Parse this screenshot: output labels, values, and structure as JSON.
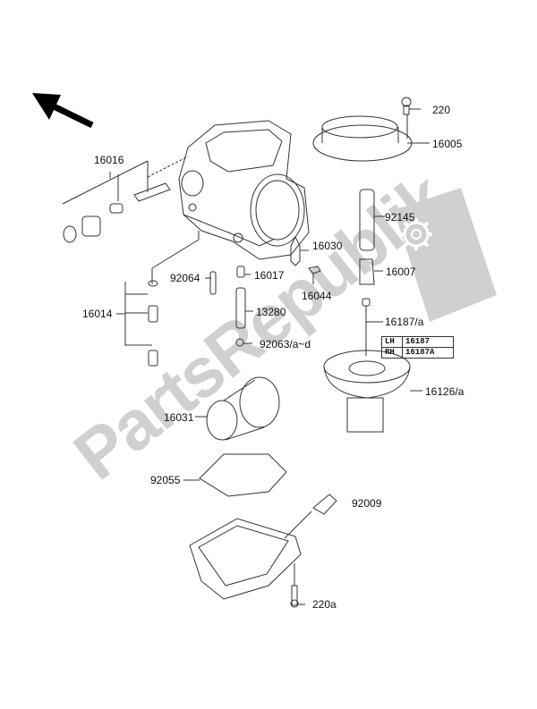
{
  "diagram": {
    "type": "exploded-parts-diagram",
    "subject": "carburetor",
    "watermark": {
      "text": "PartsRepublik",
      "color": "#c8c8c8"
    },
    "orientation_arrow": {
      "direction": "up-left",
      "color": "#000000"
    },
    "part_labels": [
      {
        "id": "220",
        "text": "220"
      },
      {
        "id": "16005",
        "text": "16005"
      },
      {
        "id": "16016",
        "text": "16016"
      },
      {
        "id": "92145",
        "text": "92145"
      },
      {
        "id": "16030",
        "text": "16030"
      },
      {
        "id": "92064",
        "text": "92064"
      },
      {
        "id": "16017",
        "text": "16017"
      },
      {
        "id": "16044",
        "text": "16044"
      },
      {
        "id": "16007",
        "text": "16007"
      },
      {
        "id": "16014",
        "text": "16014"
      },
      {
        "id": "13280",
        "text": "13280"
      },
      {
        "id": "16187a",
        "text": "16187/a"
      },
      {
        "id": "92063",
        "text": "92063/a~d"
      },
      {
        "id": "16126a",
        "text": "16126/a"
      },
      {
        "id": "16031",
        "text": "16031"
      },
      {
        "id": "92055",
        "text": "92055"
      },
      {
        "id": "92009",
        "text": "92009"
      },
      {
        "id": "220a",
        "text": "220a"
      }
    ],
    "variant_table": {
      "rows": [
        {
          "side": "LH",
          "part": "16187"
        },
        {
          "side": "RH",
          "part": "16187A"
        }
      ]
    }
  }
}
